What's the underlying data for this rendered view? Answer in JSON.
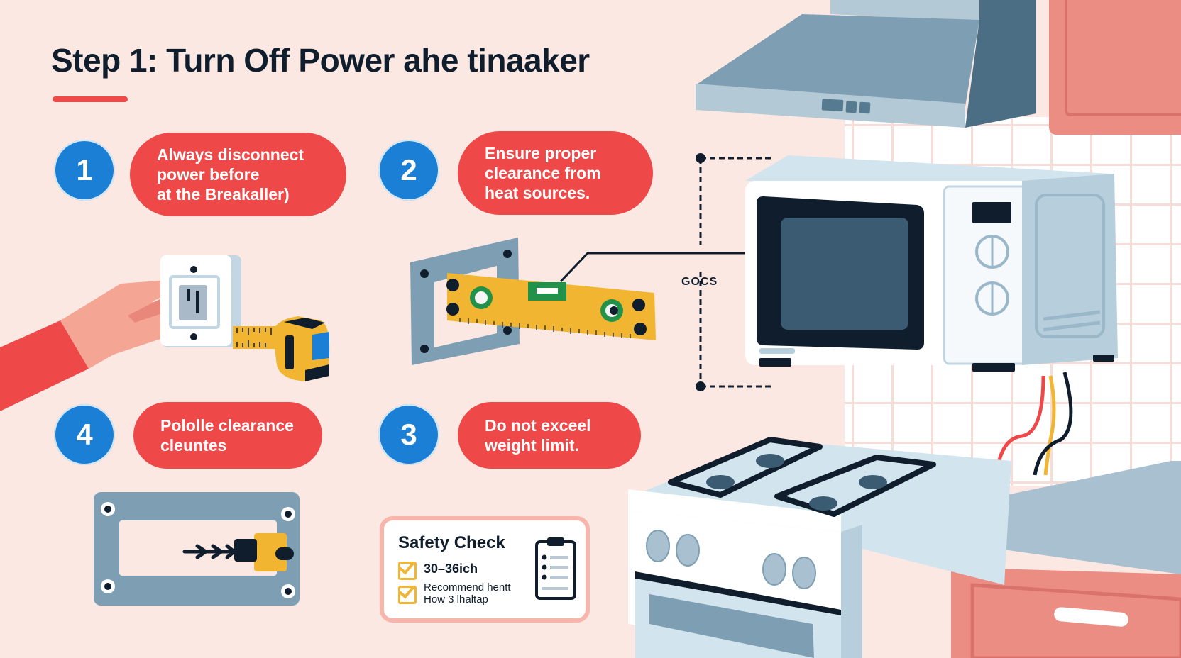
{
  "title": "Step 1: Turn Off Power ahe tinaaker",
  "colors": {
    "background": "#fce8e3",
    "accent_red": "#ee4848",
    "step_blue": "#1c7fd6",
    "dark_navy": "#0f1d2c",
    "hood_blue": "#7e9fb3",
    "cabinet_coral": "#ec8d83",
    "tape_yellow": "#f1b531"
  },
  "steps": [
    {
      "number": "1",
      "text_lines": [
        "Always disconnect",
        "power before",
        "at the Breakaller)"
      ]
    },
    {
      "number": "2",
      "text_lines": [
        "Ensure proper",
        "clearance from",
        "heat sources."
      ]
    },
    {
      "number": "4",
      "text_lines": [
        "Pololle clearance",
        "cleuntes"
      ]
    },
    {
      "number": "3",
      "text_lines": [
        "Do not exceel",
        "weight limit."
      ]
    }
  ],
  "dimension_label": "GOCS",
  "safety_check": {
    "title": "Safety Check",
    "items": [
      {
        "lines": [
          "30–36ich"
        ]
      },
      {
        "lines": [
          "Recommend hentt",
          "How 3 lhaltap"
        ]
      }
    ]
  },
  "icons": {
    "outlet": "power-outlet-icon",
    "hand": "hand-icon",
    "tape": "tape-measure-icon",
    "level": "spirit-level-icon",
    "bracket": "mounting-bracket-icon",
    "drill": "drill-icon",
    "clipboard": "clipboard-checklist-icon",
    "microwave": "microwave-illustration",
    "range_hood": "range-hood-illustration",
    "stove": "gas-stove-illustration",
    "cabinet": "cabinet-illustration"
  }
}
